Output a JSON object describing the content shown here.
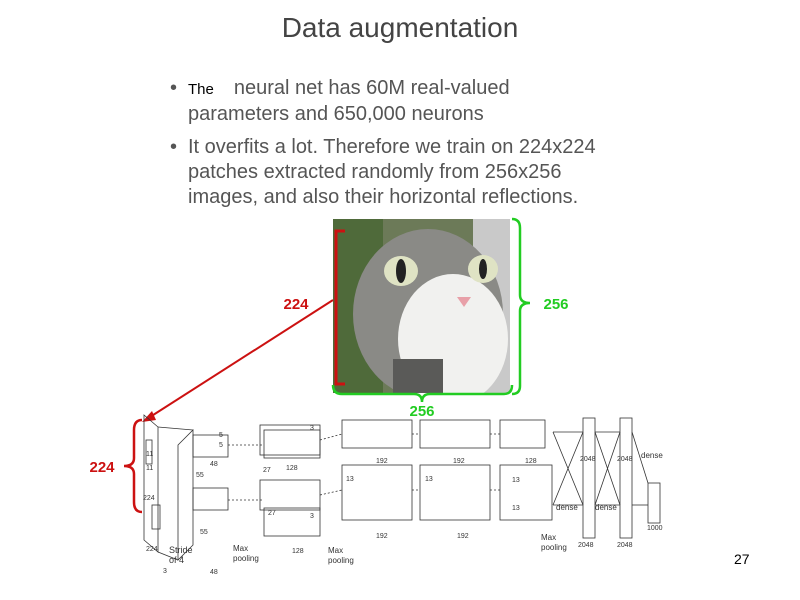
{
  "slide": {
    "title": "Data augmentation",
    "bullets": [
      {
        "lead": "The",
        "lines": [
          "neural net has 60M real-valued",
          "parameters and 650,000 neurons"
        ]
      },
      {
        "lines": [
          "It overfits a lot. Therefore we train on 224x224",
          "patches extracted randomly from 256x256",
          "images, and also their horizontal reflections."
        ]
      }
    ],
    "page_number": "27"
  },
  "figure": {
    "labels": {
      "red_top": "224",
      "green_right": "256",
      "green_bottom": "256",
      "red_left": "224"
    },
    "net_labels": {
      "stride": "Stride",
      "of4": "of 4",
      "n11a": "11",
      "n11b": "11",
      "n224a": "224",
      "n224b": "224",
      "n3": "3",
      "n5a": "5",
      "n5b": "5",
      "n55a": "55",
      "n55b": "55",
      "n48a": "48",
      "n48b": "48",
      "n27a": "27",
      "n27b": "27",
      "n3a": "3",
      "n3b": "3",
      "n128a": "128",
      "n128b": "128",
      "n128c": "128",
      "n192a": "192",
      "n192b": "192",
      "n192c": "192",
      "n192d": "192",
      "n13a": "13",
      "n13b": "13",
      "n13c": "13",
      "n13d": "13",
      "n2048a": "2048",
      "n2048b": "2048",
      "n2048c": "2048",
      "n2048d": "2048",
      "dense1": "dense",
      "dense2": "dense",
      "dense3": "dense",
      "n1000": "1000",
      "max1": "Max",
      "pool1": "pooling",
      "max2": "Max",
      "pool2": "pooling",
      "max3": "Max",
      "pool3": "pooling"
    }
  },
  "colors": {
    "red": "#cc1111",
    "green": "#22cc22",
    "text": "#555555",
    "title": "#444444"
  }
}
